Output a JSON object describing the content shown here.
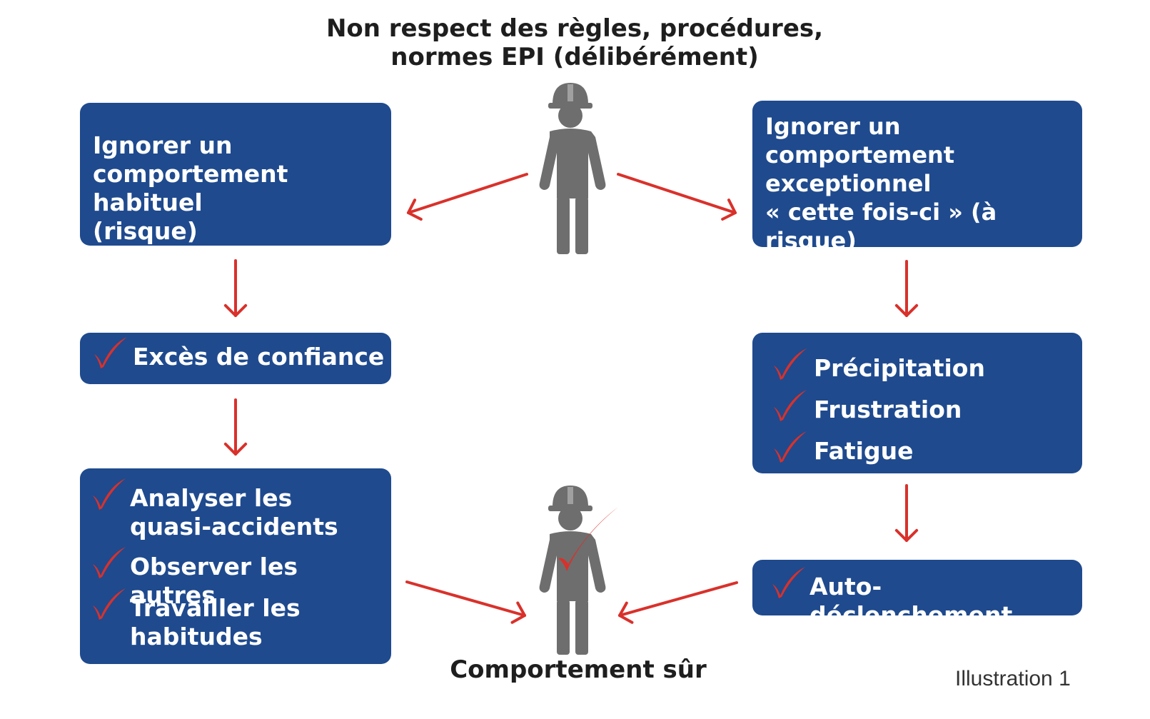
{
  "top_caption": "Non respect des règles, procédures,\nnormes EPI (délibérément)",
  "bottom_caption": "Comportement sûr",
  "boxes": {
    "top_left": "Ignorer un\ncomportement habituel\n(risque)",
    "top_right": "Ignorer un\ncomportement\nexceptionnel\n« cette fois-ci »  (à risque)",
    "mid_left_items": [
      "Excès de confiance"
    ],
    "mid_right_items": [
      "Précipitation",
      "Frustration",
      "Fatigue"
    ],
    "bottom_left_items": [
      "Analyser les\nquasi-accidents",
      "Observer les autres",
      "Travailler les\nhabitudes"
    ],
    "bottom_right_items": [
      "Auto-déclenchement"
    ]
  },
  "illustration_label": "Illustration 1",
  "colors": {
    "box": "#1f4a8e",
    "arrow": "#d9312b",
    "check": "#d9312b",
    "figure": "#6e6e6e",
    "text_dark": "#1e1e1e"
  },
  "icons": {
    "worker": "worker-hardhat-icon",
    "check": "checkmark-icon",
    "arrow": "arrow-icon"
  }
}
